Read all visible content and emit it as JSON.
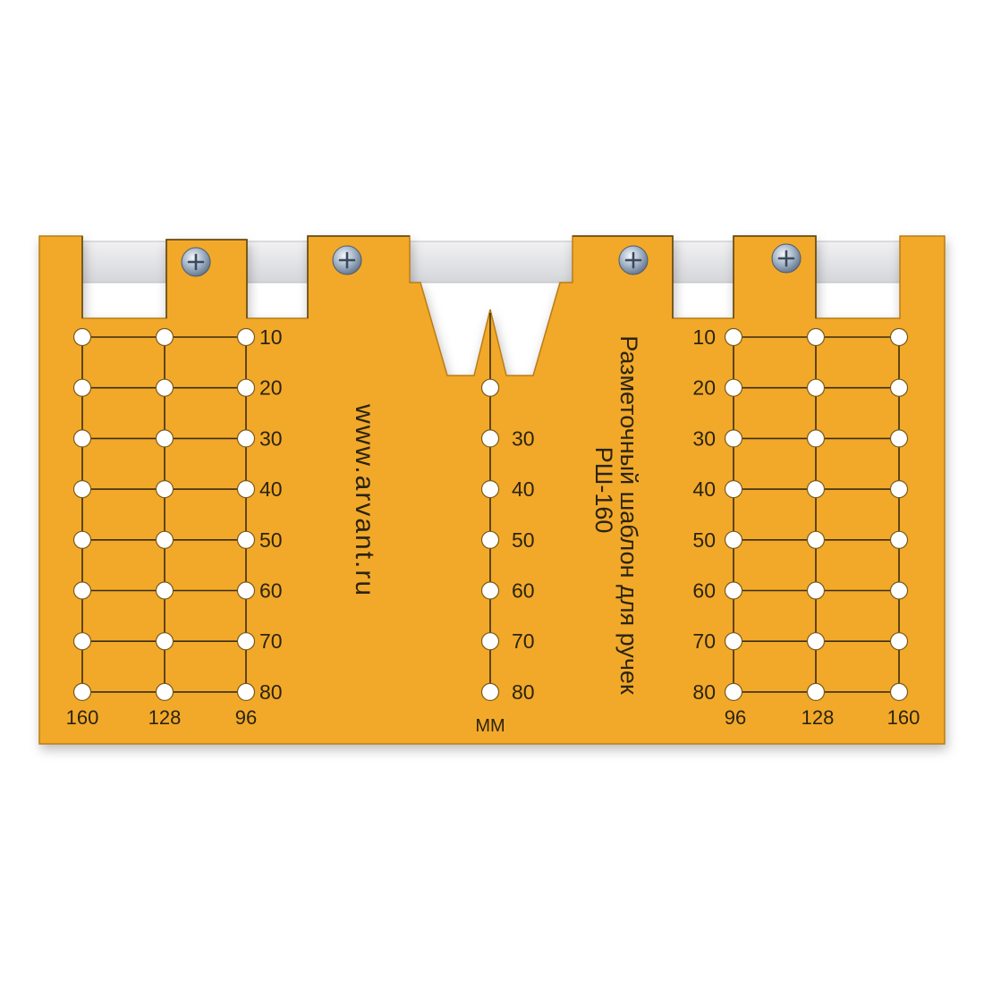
{
  "product": {
    "website": "www.arvant.ru",
    "name": "Разметочный шаблон для ручек",
    "model": "РШ-160",
    "unit": "ММ"
  },
  "colors": {
    "plate": "#f2a92a",
    "engraving": "#3a2c10",
    "rail": "#e6e6e8",
    "background": "#ffffff"
  },
  "left_scale": {
    "depth_labels": [
      "10",
      "20",
      "30",
      "40",
      "50",
      "60",
      "70",
      "80"
    ],
    "spacing_labels": [
      "160",
      "128",
      "96"
    ]
  },
  "center_scale": {
    "depth_labels": [
      "30",
      "40",
      "50",
      "60",
      "70",
      "80"
    ]
  },
  "right_scale": {
    "depth_labels": [
      "10",
      "20",
      "30",
      "40",
      "50",
      "60",
      "70",
      "80"
    ],
    "spacing_labels": [
      "96",
      "128",
      "160"
    ]
  },
  "icons": [
    "screw-icon",
    "screw-icon",
    "screw-icon",
    "screw-icon"
  ]
}
